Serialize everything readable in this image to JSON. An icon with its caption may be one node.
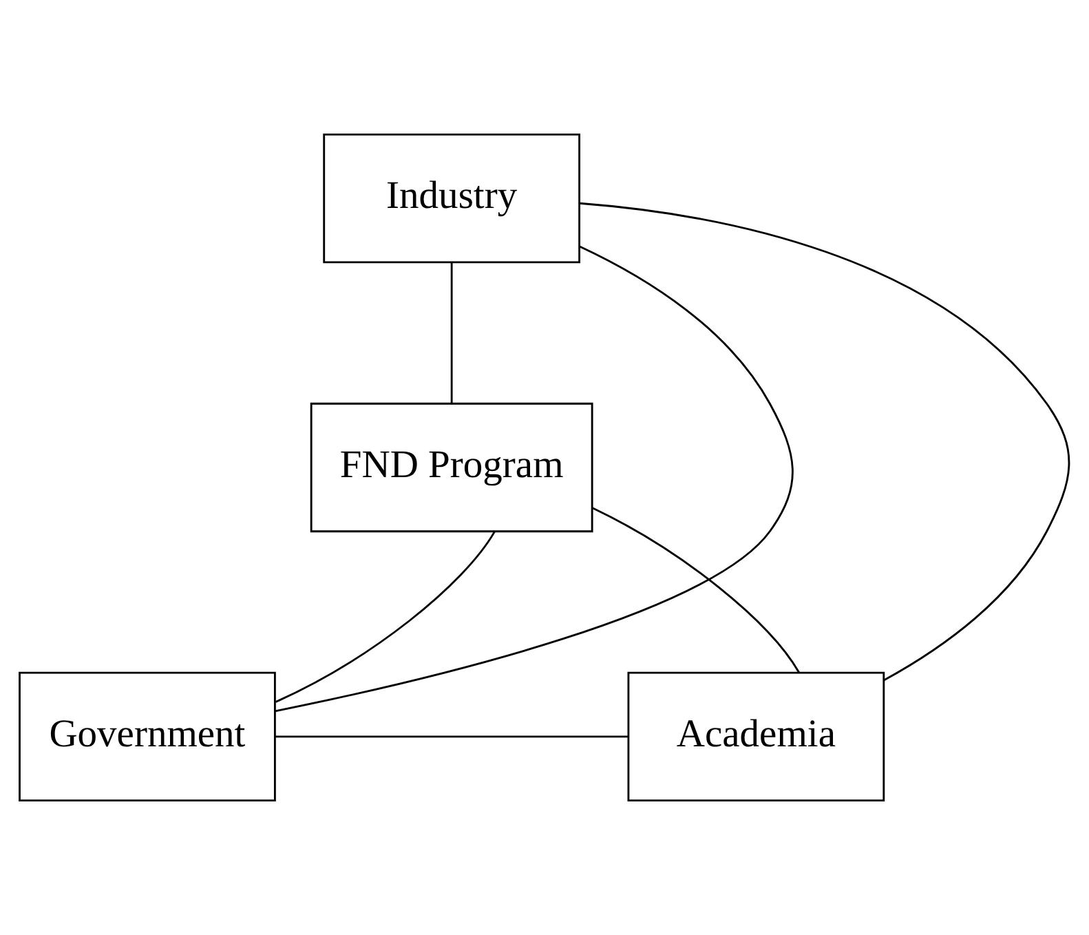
{
  "diagram": {
    "nodes": [
      {
        "text": [
          "Industry"
        ]
      },
      {
        "text": [
          "FND Program"
        ]
      },
      {
        "text": [
          "Government"
        ]
      },
      {
        "text": [
          "Academia"
        ]
      }
    ],
    "edges": [
      {
        "from": 0,
        "to": 2,
        "arrow": "none"
      },
      {
        "from": 0,
        "to": 1,
        "arrow": "none"
      },
      {
        "from": 0,
        "to": 3,
        "arrow": "none"
      },
      {
        "from": 1,
        "to": 2,
        "arrow": "none"
      },
      {
        "from": 1,
        "to": 3,
        "arrow": "none"
      },
      {
        "from": 2,
        "to": 3,
        "arrow": "none"
      }
    ]
  }
}
